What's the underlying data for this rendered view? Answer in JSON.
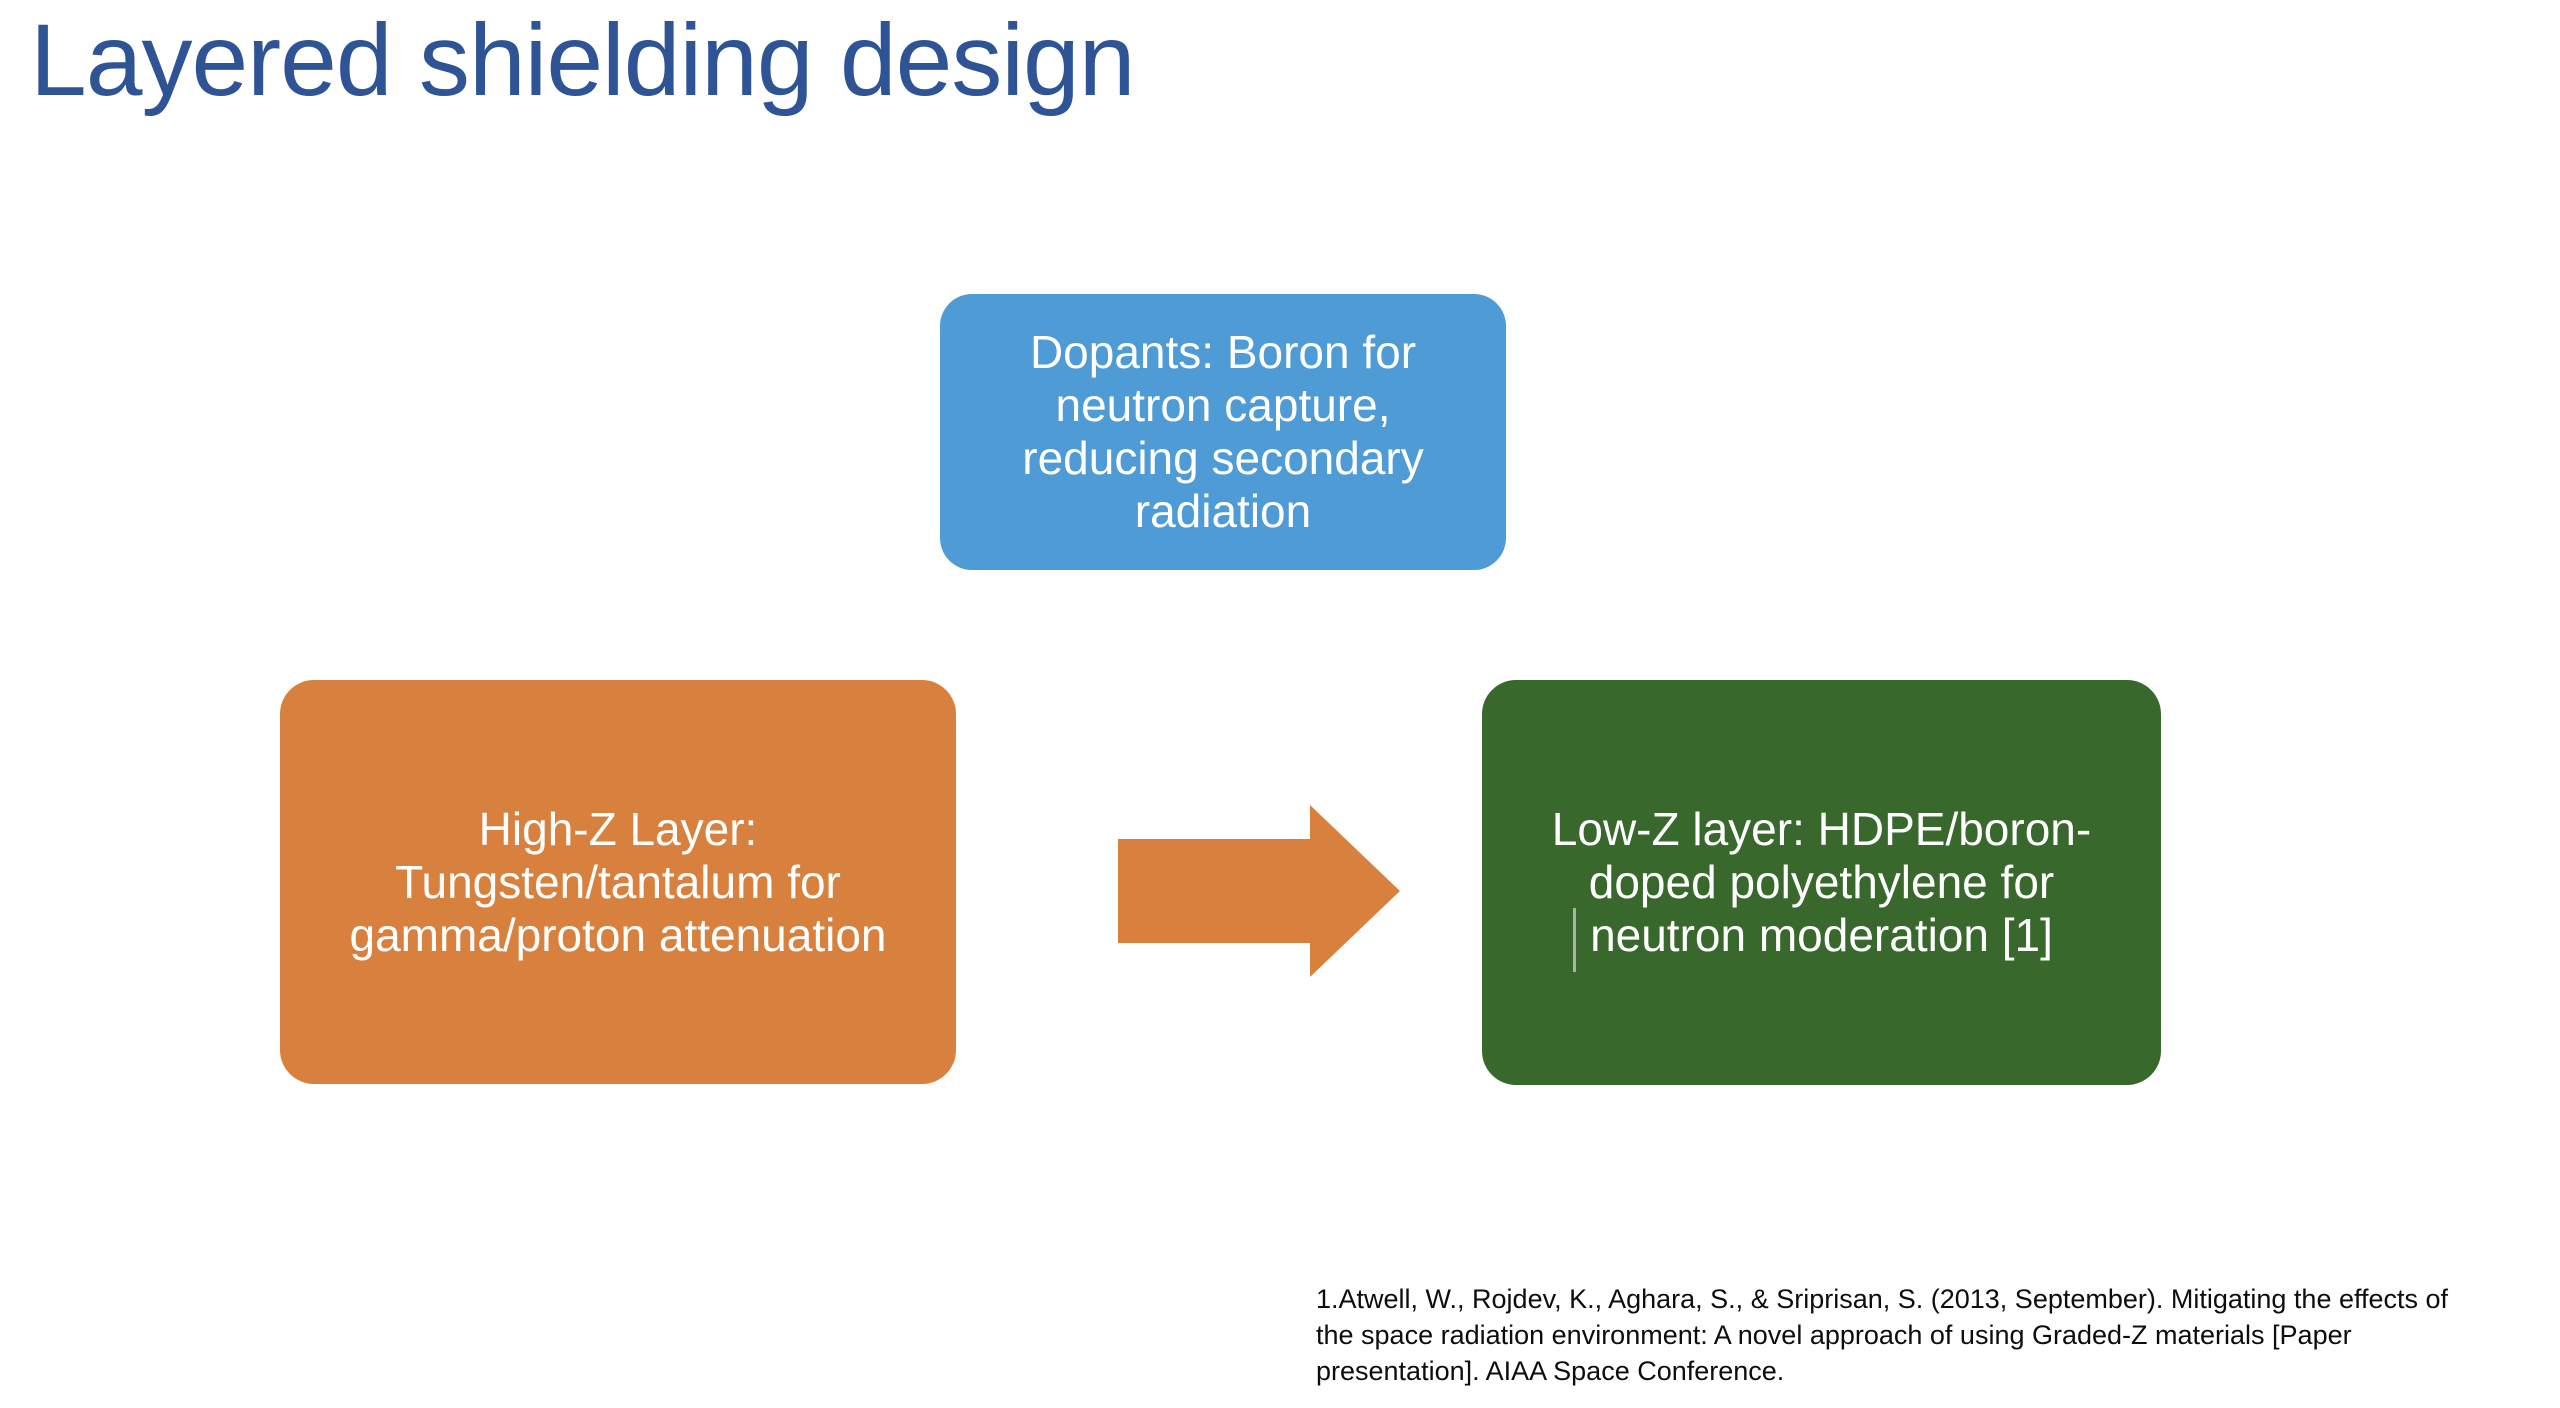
{
  "slide": {
    "title": "Layered shielding design",
    "title_color": "#2F5496",
    "background_color": "#ffffff"
  },
  "boxes": {
    "dopants": {
      "text": "Dopants: Boron for\nneutron capture,\nreducing secondary\nradiation",
      "fill_color": "#4E9BD5",
      "text_color": "#ffffff"
    },
    "high_z": {
      "text": "High-Z Layer:\nTungsten/tantalum for\ngamma/proton attenuation",
      "fill_color": "#D8813F",
      "text_color": "#ffffff"
    },
    "low_z": {
      "text": "Low-Z layer: HDPE/boron-\ndoped polyethylene for\nneutron moderation [1]",
      "fill_color": "#38682C",
      "text_color": "#ffffff"
    }
  },
  "arrow": {
    "direction": "right",
    "fill_color": "#D8813F"
  },
  "footnote": {
    "text": "1.Atwell, W., Rojdev, K., Aghara, S., & Sriprisan, S. (2013, September). Mitigating the effects of\nthe space radiation environment: A novel approach of using Graded-Z materials [Paper\npresentation]. AIAA Space Conference."
  }
}
